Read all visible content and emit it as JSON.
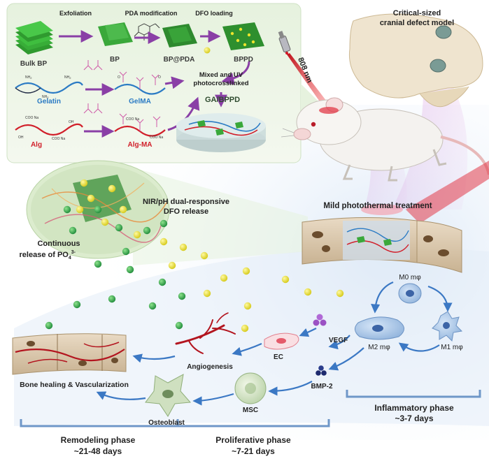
{
  "panel": {
    "step_exfoliation": "Exfoliation",
    "step_pda": "PDA modification",
    "step_dfo": "DFO loading",
    "bulk_bp": "Bulk BP",
    "bp": "BP",
    "bp_pda": "BP@PDA",
    "bppd": "BPPD",
    "gelatin": "Gelatin",
    "gelma": "GelMA",
    "alg": "Alg",
    "alg_ma": "Alg-MA",
    "mix_line1": "Mixed and UV",
    "mix_line2": "photocrosslinked",
    "ga_bppd": "GA/BPPD",
    "nh2": "NH",
    "nh2_sub": "2",
    "coo": "COO",
    "na": "Na",
    "oh": "OH",
    "o": "O"
  },
  "model": {
    "title_line1": "Critical-sized",
    "title_line2": "cranial defect model",
    "laser": "808 nm"
  },
  "middle": {
    "nir_line1": "NIR/pH dual-responsive",
    "nir_line2": "DFO release",
    "continuous": "Continuous",
    "release_of": "release of PO",
    "po_sub": "4",
    "po_sup": "3-",
    "mild": "Mild photothermal treatment"
  },
  "cells": {
    "m0": "M0 mφ",
    "m1": "M1 mφ",
    "m2": "M2 mφ",
    "vegf": "VEGF",
    "ec": "EC",
    "angiogenesis": "Angiogenesis",
    "bmp2": "BMP-2",
    "msc": "MSC",
    "osteoblast": "Osteoblast",
    "bone_healing": "Bone healing & Vascularization"
  },
  "phases": {
    "inflammatory": "Inflammatory phase",
    "inflammatory_days": "~3-7 days",
    "proliferative": "Proliferative phase",
    "proliferative_days": "~7-21 days",
    "remodeling": "Remodeling phase",
    "remodeling_days": "~21-48 days"
  },
  "colors": {
    "green_sheet": "#3aa83a",
    "yellow_dot": "#e8e22a",
    "green_dot": "#2fa34a",
    "arrow_purple": "#8a3fa6",
    "arrow_blue": "#3b78c4",
    "gelatin_blue": "#2b7bc4",
    "alg_red": "#d11f2a",
    "ec_pink": "#e45a6a",
    "vessel_red": "#b3151f",
    "phase_bar": "#6f97c8"
  }
}
